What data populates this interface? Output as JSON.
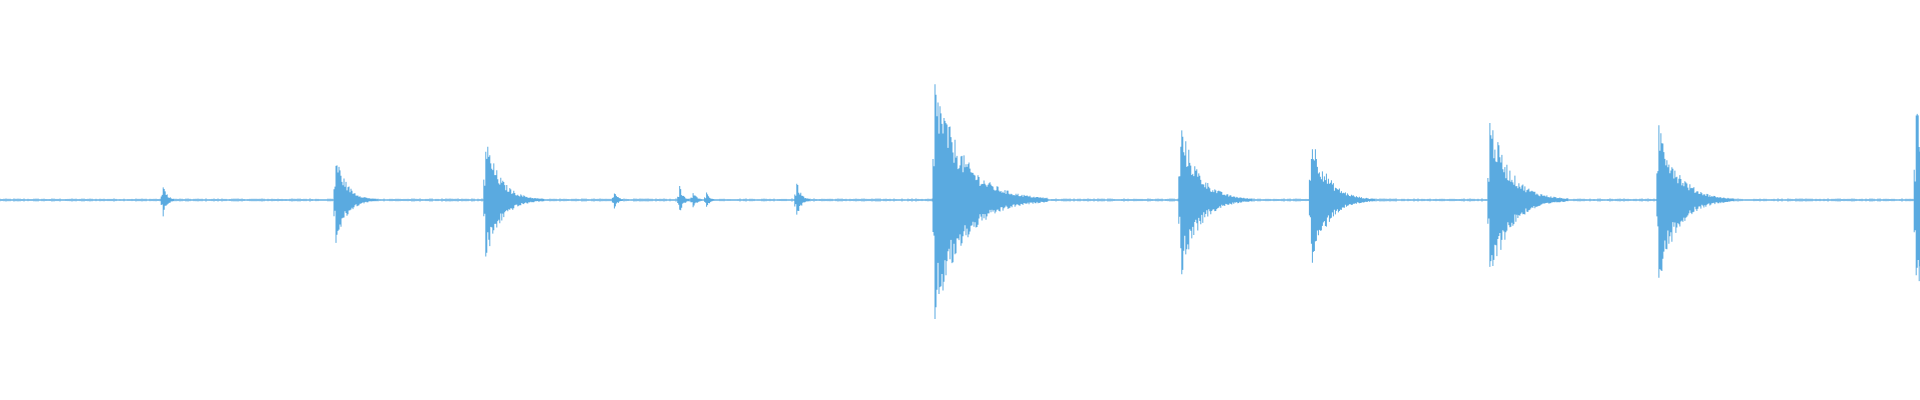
{
  "waveform": {
    "color": "#5aaae0",
    "background": "#ffffff",
    "amplitude_peaks": [
      {
        "t": 0.085,
        "amp": 0.09
      },
      {
        "t": 0.175,
        "amp": 0.25
      },
      {
        "t": 0.253,
        "amp": 0.34
      },
      {
        "t": 0.32,
        "amp": 0.05
      },
      {
        "t": 0.354,
        "amp": 0.08
      },
      {
        "t": 0.361,
        "amp": 0.05
      },
      {
        "t": 0.368,
        "amp": 0.04
      },
      {
        "t": 0.415,
        "amp": 0.1
      },
      {
        "t": 0.487,
        "amp": 0.66
      },
      {
        "t": 0.615,
        "amp": 0.42
      },
      {
        "t": 0.683,
        "amp": 0.37
      },
      {
        "t": 0.776,
        "amp": 0.46
      },
      {
        "t": 0.864,
        "amp": 0.44
      },
      {
        "t": 0.998,
        "amp": 0.5
      }
    ]
  }
}
